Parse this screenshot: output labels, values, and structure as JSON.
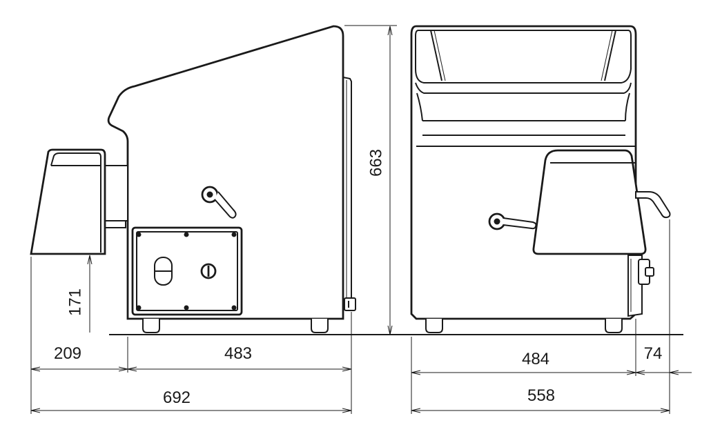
{
  "dimensions": {
    "left_height_clearance": "171",
    "left_protrusion_width": "209",
    "left_body_depth": "483",
    "left_total_depth": "692",
    "overall_height": "663",
    "right_body_width": "484",
    "right_side_extension": "74",
    "right_total_width": "558"
  },
  "colors": {
    "line": "#1a1a1a",
    "background": "#ffffff"
  }
}
